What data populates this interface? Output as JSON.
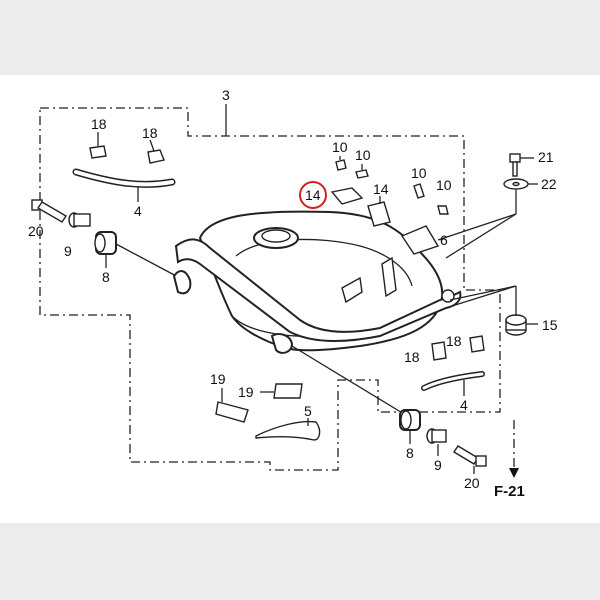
{
  "diagram": {
    "highlight_color": "#d42020",
    "highlighted_part": "14",
    "page_reference": "F-21",
    "callouts": [
      {
        "id": "c-3",
        "label": "3"
      },
      {
        "id": "c-18a",
        "label": "18"
      },
      {
        "id": "c-18b",
        "label": "18"
      },
      {
        "id": "c-4a",
        "label": "4"
      },
      {
        "id": "c-10a",
        "label": "10"
      },
      {
        "id": "c-10b",
        "label": "10"
      },
      {
        "id": "c-21",
        "label": "21"
      },
      {
        "id": "c-22",
        "label": "22"
      },
      {
        "id": "c-14a",
        "label": "14"
      },
      {
        "id": "c-14b",
        "label": "14"
      },
      {
        "id": "c-10c",
        "label": "10"
      },
      {
        "id": "c-10d",
        "label": "10"
      },
      {
        "id": "c-20a",
        "label": "20"
      },
      {
        "id": "c-9a",
        "label": "9"
      },
      {
        "id": "c-8a",
        "label": "8"
      },
      {
        "id": "c-6",
        "label": "6"
      },
      {
        "id": "c-15",
        "label": "15"
      },
      {
        "id": "c-18c",
        "label": "18"
      },
      {
        "id": "c-18d",
        "label": "18"
      },
      {
        "id": "c-19a",
        "label": "19"
      },
      {
        "id": "c-19b",
        "label": "19"
      },
      {
        "id": "c-4b",
        "label": "4"
      },
      {
        "id": "c-5",
        "label": "5"
      },
      {
        "id": "c-8b",
        "label": "8"
      },
      {
        "id": "c-9b",
        "label": "9"
      },
      {
        "id": "c-20b",
        "label": "20"
      }
    ]
  }
}
